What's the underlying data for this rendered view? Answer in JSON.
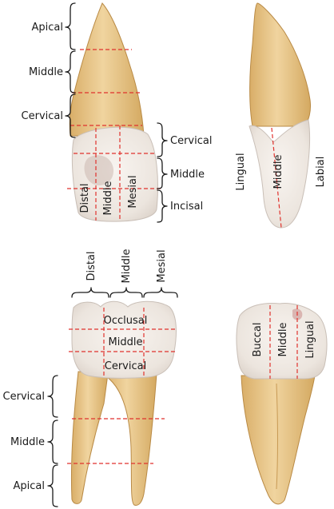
{
  "incisor_labial": {
    "root_regions": [
      "Apical",
      "Middle",
      "Cervical"
    ],
    "crown_vertical_regions": [
      "Cervical",
      "Middle",
      "Incisal"
    ],
    "crown_horizontal_regions": [
      "Distal",
      "Middle",
      "Mesial"
    ]
  },
  "incisor_proximal": {
    "labels": [
      "Lingual",
      "Middle",
      "Labial"
    ]
  },
  "molar_buccal": {
    "top_regions": [
      "Distal",
      "Middle",
      "Mesial"
    ],
    "crown_regions": [
      "Occlusal",
      "Middle",
      "Cervical"
    ],
    "root_regions": [
      "Cervical",
      "Middle",
      "Apical"
    ]
  },
  "molar_proximal": {
    "labels": [
      "Buccal",
      "Middle",
      "Lingual"
    ]
  },
  "colors": {
    "root": "#e8c68a",
    "root_shadow": "#d4a961",
    "crown": "#efe9e3",
    "guide_line": "#e0322d"
  }
}
